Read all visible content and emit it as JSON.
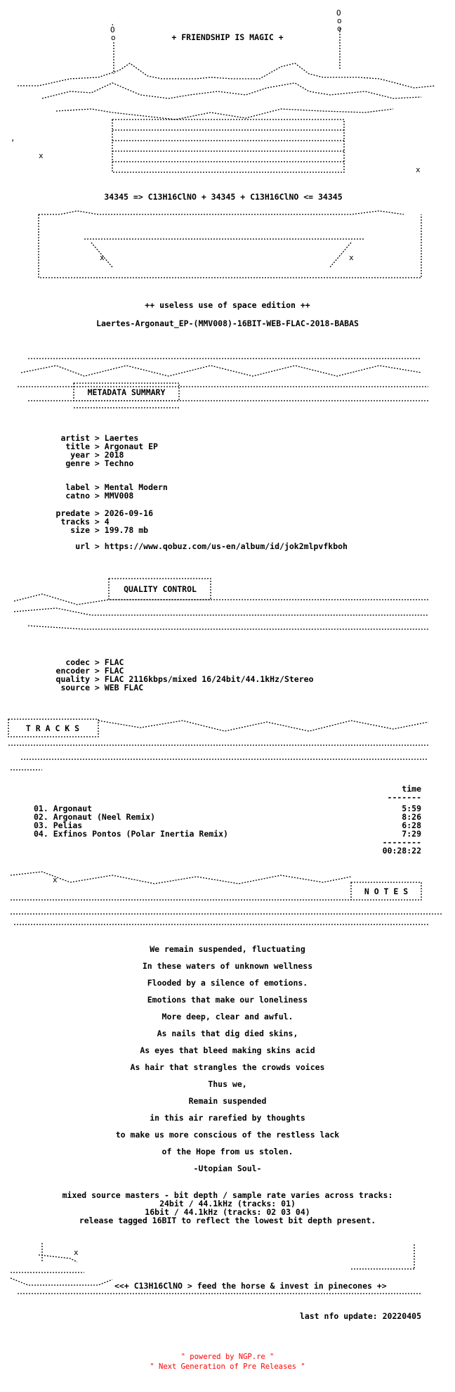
{
  "header": {
    "banner": "+ FRIENDSHIP IS MAGIC +",
    "formula": "34345 => C13H16ClNO + 34345 + C13H16ClNO <= 34345",
    "edition": "++ useless use of space edition ++",
    "release": "Laertes-Argonaut_EP-(MMV008)-16BIT-WEB-FLAC-2018-BABAS"
  },
  "sections": {
    "metadata": "METADATA SUMMARY",
    "quality": "QUALITY CONTROL",
    "tracks": "T R A C K S",
    "notes": "N O T E S"
  },
  "metadata": [
    {
      "key": "artist",
      "value": "Laertes"
    },
    {
      "key": "title",
      "value": "Argonaut EP"
    },
    {
      "key": "year",
      "value": "2018"
    },
    {
      "key": "genre",
      "value": "Techno"
    },
    {
      "key": "label",
      "value": "Mental Modern"
    },
    {
      "key": "catno",
      "value": "MMV008"
    },
    {
      "key": "predate",
      "value": "2026-09-16"
    },
    {
      "key": "tracks",
      "value": "4"
    },
    {
      "key": "size",
      "value": "199.78 mb"
    },
    {
      "key": "url",
      "value": "https://www.qobuz.com/us-en/album/id/jok2mlpvfkboh"
    }
  ],
  "quality": [
    {
      "key": "codec",
      "value": "FLAC"
    },
    {
      "key": "encoder",
      "value": "FLAC"
    },
    {
      "key": "quality",
      "value": "FLAC 2116kbps/mixed 16/24bit/44.1kHz/Stereo"
    },
    {
      "key": "source",
      "value": "WEB FLAC"
    }
  ],
  "tracklist": {
    "time_header": "time",
    "rule": "-------",
    "items": [
      {
        "title": "01. Argonaut",
        "time": "5:59"
      },
      {
        "title": "02. Argonaut (Neel Remix)",
        "time": "8:26"
      },
      {
        "title": "03. Pelias",
        "time": "6:28"
      },
      {
        "title": "04. Exfinos Pontos (Polar Inertia Remix)",
        "time": "7:29"
      }
    ],
    "total_rule": "--------",
    "total": "00:28:22"
  },
  "poem": [
    "We remain suspended, fluctuating",
    "In these waters of unknown wellness",
    "Flooded by a silence of emotions.",
    "Emotions that make our loneliness",
    "More deep, clear and awful.",
    "As nails that dig died skins,",
    "As eyes that bleed making skins acid",
    "As hair that strangles the crowds voices",
    "Thus we,",
    "Remain suspended",
    "in this air rarefied by thoughts",
    "to make us more conscious of the restless lack",
    "of the Hope from us stolen.",
    "-Utopian Soul-"
  ],
  "source_notes": [
    "mixed source masters - bit depth / sample rate varies across tracks:",
    "24bit / 44.1kHz (tracks: 01)",
    "16bit / 44.1kHz (tracks: 02 03 04)",
    "release tagged 16BIT to reflect the lowest bit depth present."
  ],
  "closing": {
    "tagline": "<<+ C13H16ClNO > feed the horse & invest in pinecones +>",
    "last_update": "last nfo update: 20220405"
  },
  "footer": {
    "line1": "\" powered by NGP.re \"",
    "line2": "\" Next Generation of Pre Releases \""
  }
}
